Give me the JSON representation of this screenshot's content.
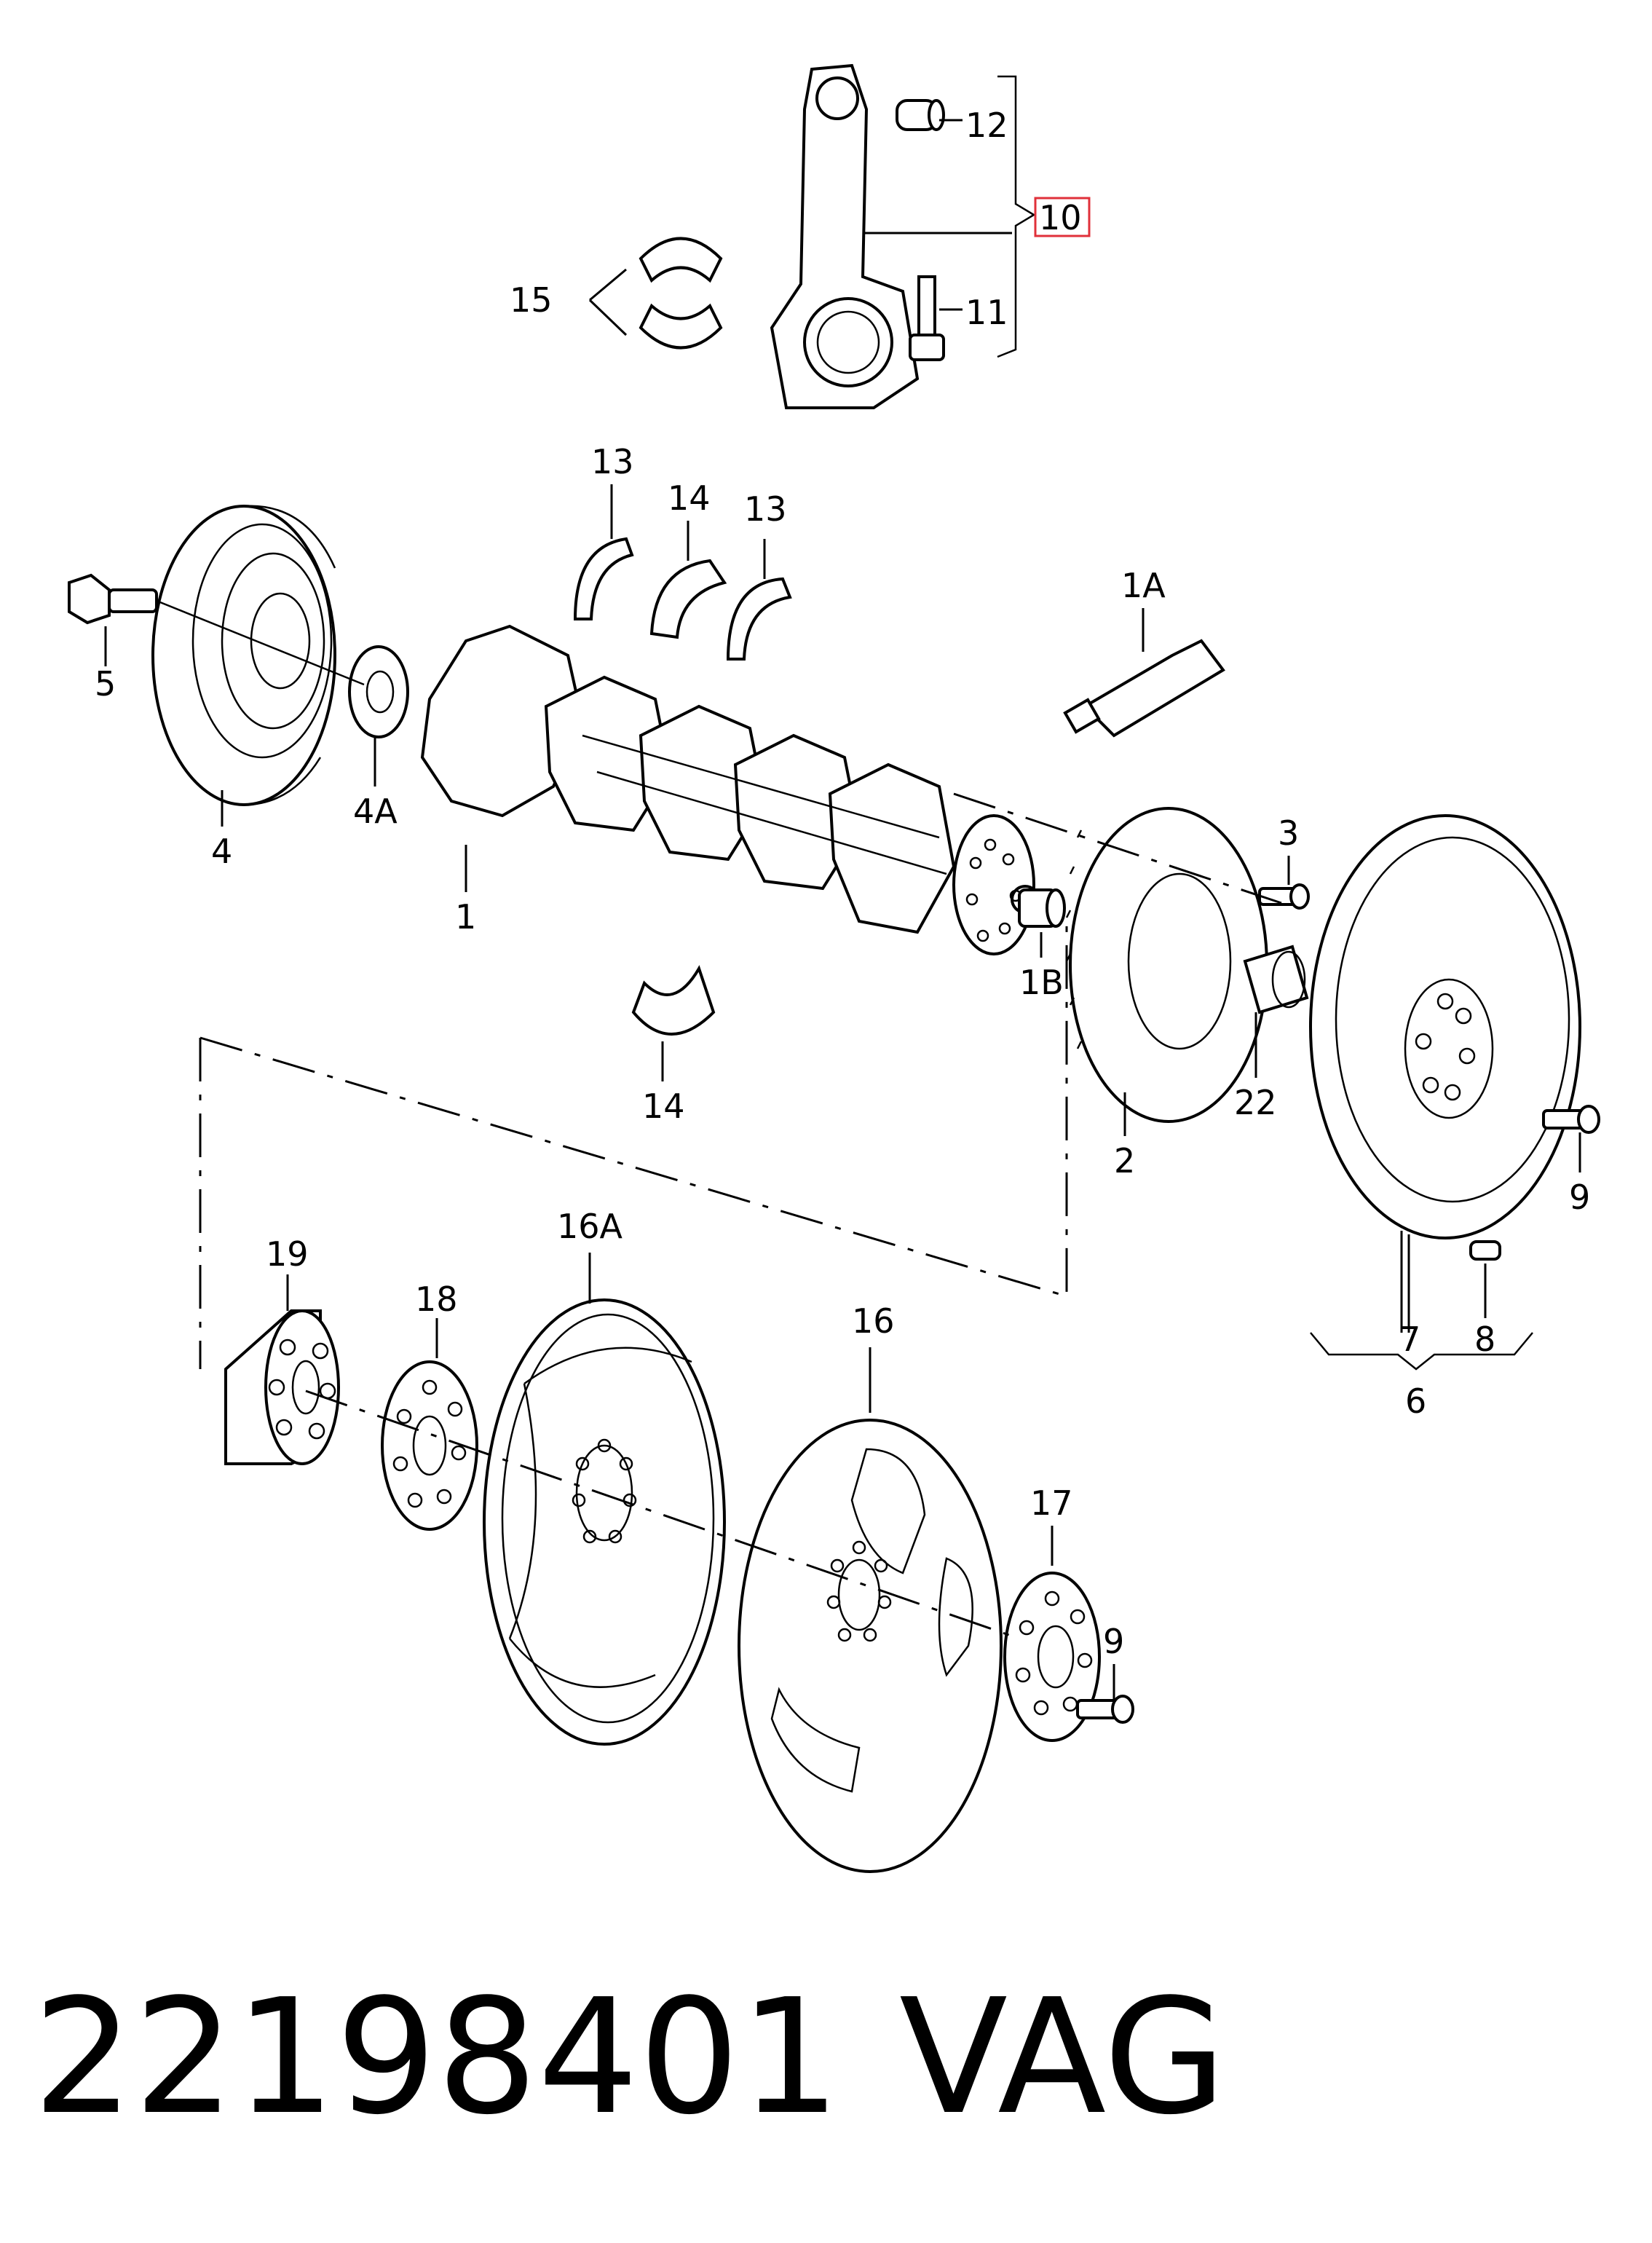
{
  "callouts": {
    "c1": "1",
    "c1a": "1A",
    "c1b": "1B",
    "c2": "2",
    "c3": "3",
    "c4": "4",
    "c4a": "4A",
    "c5": "5",
    "c6": "6",
    "c7": "7",
    "c8": "8",
    "c9a": "9",
    "c9b": "9",
    "c10": "10",
    "c11": "11",
    "c12": "12",
    "c13a": "13",
    "c13b": "13",
    "c14a": "14",
    "c14b": "14",
    "c15": "15",
    "c16": "16",
    "c16a": "16A",
    "c17": "17",
    "c18": "18",
    "c19": "19",
    "c22": "22"
  },
  "highlight_color": "#e0303a",
  "footer": {
    "part_number": "22198401",
    "brand": "VAG"
  }
}
